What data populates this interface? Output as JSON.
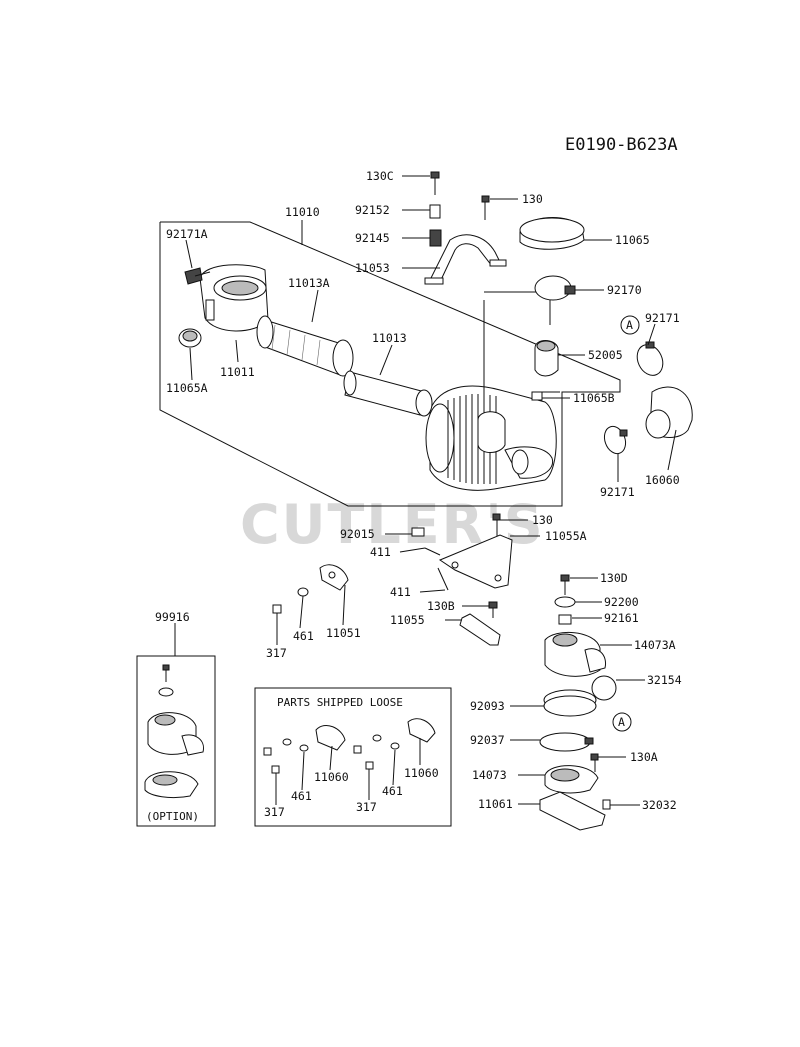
{
  "diagram_code": "E0190-B623A",
  "watermark": "CUTLER'S",
  "loose_box_title": "PARTS SHIPPED LOOSE",
  "option_label": "(OPTION)",
  "labels": {
    "p130C": "130C",
    "p92152": "92152",
    "p92145": "92145",
    "p11053": "11053",
    "p130_top": "130",
    "p11065": "11065",
    "p92170": "92170",
    "p11010": "11010",
    "p92171A": "92171A",
    "p11013A": "11013A",
    "p11013": "11013",
    "p11011": "11011",
    "p11065A": "11065A",
    "p92171_r": "92171",
    "p52005": "52005",
    "p11065B": "11065B",
    "p16060": "16060",
    "p92171_b": "92171",
    "p130_mid": "130",
    "p92015": "92015",
    "p11055A": "11055A",
    "p411_a": "411",
    "p411_b": "411",
    "p130D": "130D",
    "p92200": "92200",
    "p130B": "130B",
    "p92161": "92161",
    "p11055": "11055",
    "p14073A": "14073A",
    "p32154": "32154",
    "p11051": "11051",
    "p461_a": "461",
    "p317_a": "317",
    "p99916": "99916",
    "p92093": "92093",
    "p92037": "92037",
    "p130A": "130A",
    "p14073": "14073",
    "p11061": "11061",
    "p32032": "32032",
    "p11060_a": "11060",
    "p11060_b": "11060",
    "p461_b": "461",
    "p461_c": "461",
    "p317_b": "317",
    "p317_c": "317",
    "ref_A_top": "A",
    "ref_A_bottom": "A"
  }
}
